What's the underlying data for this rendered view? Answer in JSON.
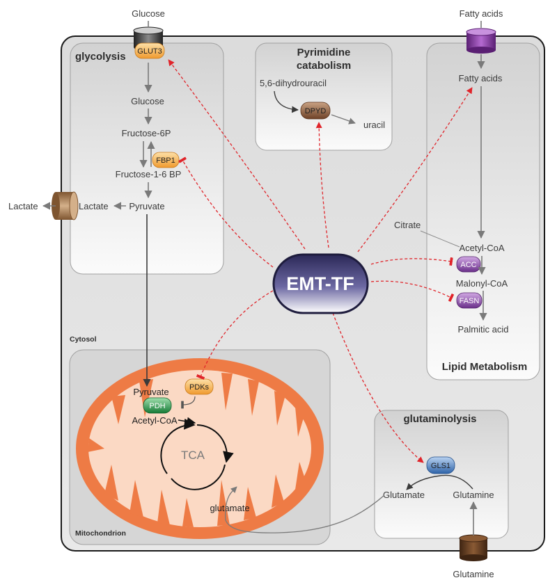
{
  "compartments": {
    "cytosol": "Cytosol",
    "mitochondrion": "Mitochondrion",
    "glycolysis": "glycolysis",
    "pyrimidine_line1": "Pyrimidine",
    "pyrimidine_line2": "catabolism",
    "lipid": "Lipid Metabolism",
    "glutaminolysis": "glutaminolysis"
  },
  "hub": {
    "label": "EMT-TF"
  },
  "transporters": {
    "glucose_label": "Glucose",
    "glut3": "GLUT3",
    "fatty_acids_label": "Fatty acids",
    "lactate_label": "Lactate",
    "glutamine_label": "Glutamine"
  },
  "glycolysis": {
    "glucose": "Glucose",
    "f6p": "Fructose-6P",
    "fbp1": "FBP1",
    "f16bp": "Fructose-1-6 BP",
    "pyruvate": "Pyruvate",
    "lactate": "Lactate"
  },
  "pyrimidine": {
    "substrate": "5,6-dihydrouracil",
    "enzyme": "DPYD",
    "product": "uracil"
  },
  "lipid": {
    "fatty_acids": "Fatty acids",
    "citrate": "Citrate",
    "acetyl_coa": "Acetyl-CoA",
    "acc": "ACC",
    "malonyl_coa": "Malonyl-CoA",
    "fasn": "FASN",
    "palmitic": "Palmitic acid"
  },
  "mito": {
    "pyruvate": "Pyruvate",
    "pdh": "PDH",
    "pdks": "PDKs",
    "acetyl_coa": "Acetyl-CoA",
    "tca": "TCA",
    "glutamate": "glutamate"
  },
  "glutaminolysis": {
    "gls1": "GLS1",
    "glutamate": "Glutamate",
    "glutamine": "Glutamine"
  },
  "colors": {
    "red_dashed": "#e0242a",
    "mito_outer": "#ee7b45",
    "mito_inner": "#fbd9c4",
    "glut3": "#f6b45a",
    "dpyd": "#8a5a3c",
    "acc_fasn": "#8c55a6",
    "pdh": "#2e9d4f",
    "gls1": "#4f86c6",
    "hub": "#3d3a6e"
  }
}
